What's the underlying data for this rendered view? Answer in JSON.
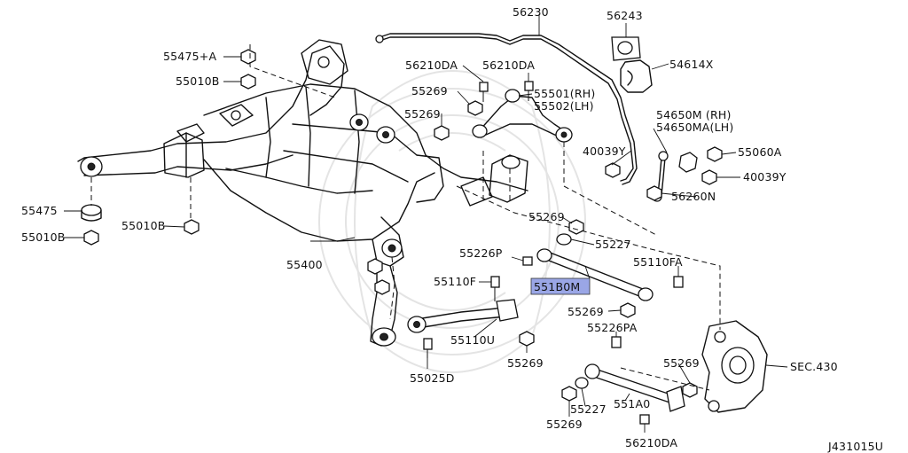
{
  "diagram_id": "J431015U",
  "highlight_color": "#9aa6e6",
  "callouts": {
    "c56230": "56230",
    "c56243": "56243",
    "c54614X": "54614X",
    "c55475A": "55475+A",
    "c55010B_1": "55010B",
    "c56210DA_1": "56210DA",
    "c56210DA_2": "56210DA",
    "c55269_1": "55269",
    "c55501": "55501(RH)",
    "c55502": "55502(LH)",
    "c55269_2": "55269",
    "c54650M": "54650M (RH)",
    "c54650MA": "54650MA(LH)",
    "c40039Y_1": "40039Y",
    "c55060A": "55060A",
    "c40039Y_2": "40039Y",
    "c56260N": "56260N",
    "c55475": "55475",
    "c55010B_2": "55010B",
    "c55010B_3": "55010B",
    "c55269_3": "55269",
    "c55227_1": "55227",
    "c55226P": "55226P",
    "c55400": "55400",
    "c55110FA": "55110FA",
    "c55110F": "55110F",
    "c551B0M": "551B0M",
    "c55269_4": "55269",
    "c55226PA": "55226PA",
    "c55110U": "55110U",
    "c55269_5": "55269",
    "c55269_6": "55269",
    "cSEC430": "SEC.430",
    "c55025D": "55025D",
    "c55227_2": "55227",
    "c551A0": "551A0",
    "c55269_7": "55269",
    "c56210DA_3": "56210DA"
  }
}
